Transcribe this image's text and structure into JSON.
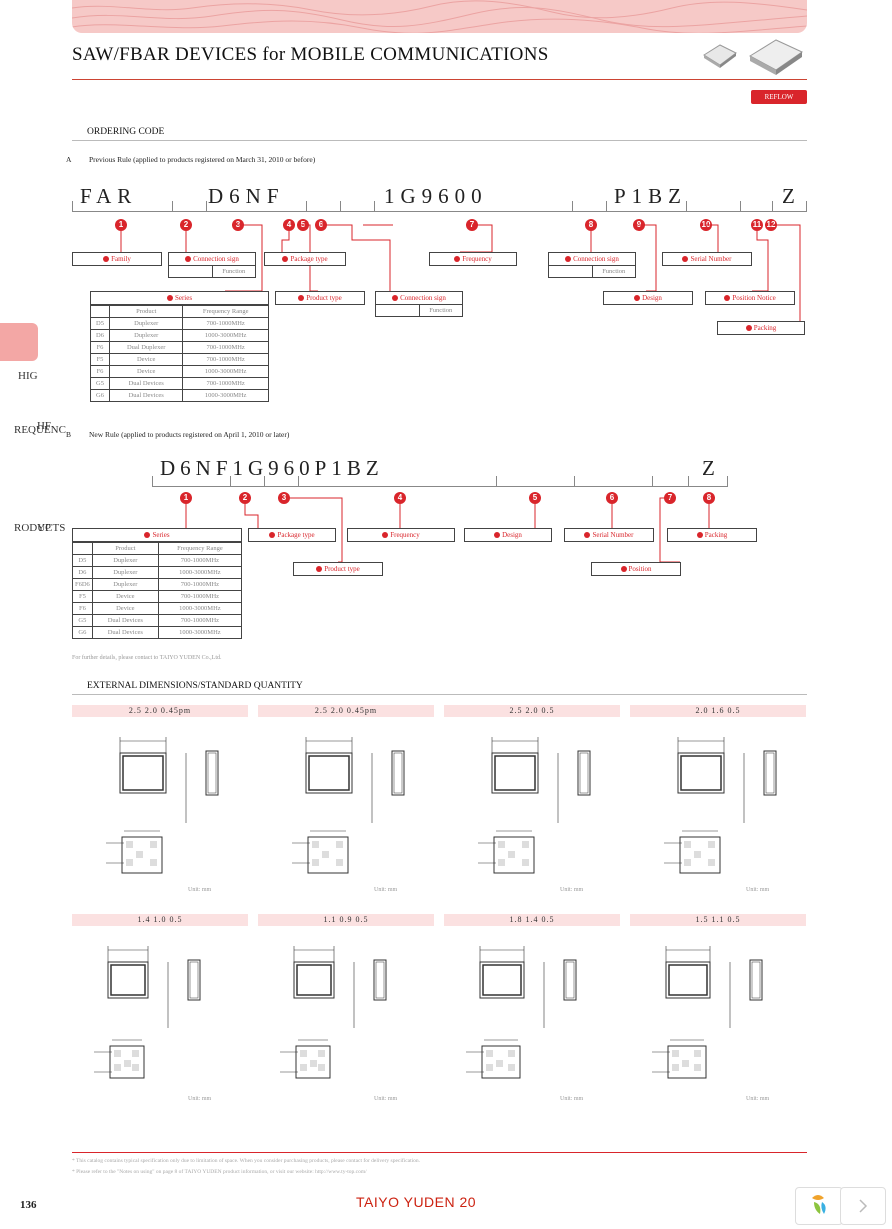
{
  "header": {
    "title": "SAW/FBAR DEVICES for MOBILE COMMUNICATIONS",
    "reflow_badge": "REFLOW"
  },
  "side_tab": {
    "text_col1": [
      "HIG",
      "",
      "",
      ""
    ],
    "lines": [
      "HIG",
      "HF",
      "REQUENC",
      "YP",
      "RODUCTS"
    ]
  },
  "ordering": {
    "heading": "ORDERING CODE",
    "sectionA": {
      "label": "A",
      "desc": "Previous Rule (applied to products registered on March 31, 2010 or before)",
      "code_segments": [
        "FAR",
        "D6NF",
        "1G9600",
        "P1BZ",
        "Z"
      ],
      "markers": [
        "1",
        "2",
        "3",
        "4",
        "5",
        "6",
        "7",
        "8",
        "9",
        "10",
        "11",
        "12"
      ],
      "boxes": {
        "family": "Family",
        "connection_sign": "Connection sign",
        "connection_sub": [
          "",
          "Function"
        ],
        "package_type": "Package type",
        "frequency": "Frequency",
        "connection_sign2": "Connection sign",
        "connection_sub2": [
          "",
          "Function"
        ],
        "serial_number": "Serial Number",
        "series": "Series",
        "product_type": "Product type",
        "connection_sign3": "Connection sign",
        "connection_sub3": [
          "",
          "Function"
        ],
        "design": "Design",
        "position": "Position Notice",
        "packing": "Packing"
      },
      "series_table": {
        "headers": [
          "",
          "Product",
          "Frequency Range"
        ],
        "rows": [
          [
            "D5",
            "Duplexer",
            "700-1000MHz"
          ],
          [
            "D6",
            "Duplexer",
            "1000-3000MHz"
          ],
          [
            "F6",
            "Dual Duplexer",
            "700-1000MHz"
          ],
          [
            "F5",
            "Device",
            "700-1000MHz"
          ],
          [
            "F6",
            "Device",
            "1000-3000MHz"
          ],
          [
            "G5",
            "Dual Devices",
            "700-1000MHz"
          ],
          [
            "G6",
            "Dual Devices",
            "1000-3000MHz"
          ]
        ]
      }
    },
    "sectionB": {
      "label": "B",
      "desc": "New Rule (applied to products registered on April 1, 2010 or later)",
      "code": "D6NF1G960P1BZ",
      "code_end": "Z",
      "markers": [
        "1",
        "2",
        "3",
        "4",
        "5",
        "6",
        "7",
        "8"
      ],
      "boxes": {
        "series": "Series",
        "package_type": "Package type",
        "frequency": "Frequency",
        "design": "Design",
        "serial_number": "Serial Number",
        "packing": "Packing",
        "product_type": "Product type",
        "position": "Position"
      },
      "series_table": {
        "headers": [
          "",
          "Product",
          "Frequency Range"
        ],
        "rows": [
          [
            "D5",
            "Duplexer",
            "700-1000MHz"
          ],
          [
            "D6",
            "Duplexer",
            "1000-3000MHz"
          ],
          [
            "F6D6",
            "Duplexer",
            "700-1000MHz"
          ],
          [
            "F5",
            "Device",
            "700-1000MHz"
          ],
          [
            "F6",
            "Device",
            "1000-3000MHz"
          ],
          [
            "G5",
            "Dual Devices",
            "700-1000MHz"
          ],
          [
            "G6",
            "Dual Devices",
            "1000-3000MHz"
          ]
        ]
      },
      "footnote": "For further details, please contact to TAIYO YUDEN Co.,Ltd."
    }
  },
  "dimensions": {
    "heading": "EXTERNAL DIMENSIONS/STANDARD QUANTITY",
    "packages": [
      "2.5 2.0 0.45pm",
      "2.5 2.0 0.45pm",
      "2.5 2.0 0.5",
      "2.0 1.6 0.5",
      "1.4 1.0 0.5",
      "1.1 0.9 0.5",
      "1.8 1.4 0.5",
      "1.5 1.1 0.5"
    ],
    "unit_note": "Unit: mm"
  },
  "footer": {
    "note1": "* This catalog contains typical specification only due to limitation of space. When you consider purchasing products, please contact for delivery specification.",
    "note2": "* Please refer to the \"Notes on using\" on page 8 of TAIYO YUDEN product information, or visit our website: http://www.ty-top.com/",
    "page_number": "136",
    "brand": "TAIYO YUDEN 20"
  }
}
